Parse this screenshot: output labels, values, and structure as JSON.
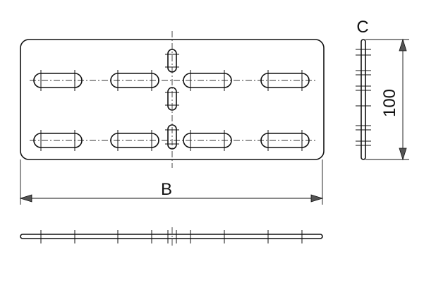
{
  "labels": {
    "width": "B",
    "thickness": "C",
    "height": "100"
  }
}
